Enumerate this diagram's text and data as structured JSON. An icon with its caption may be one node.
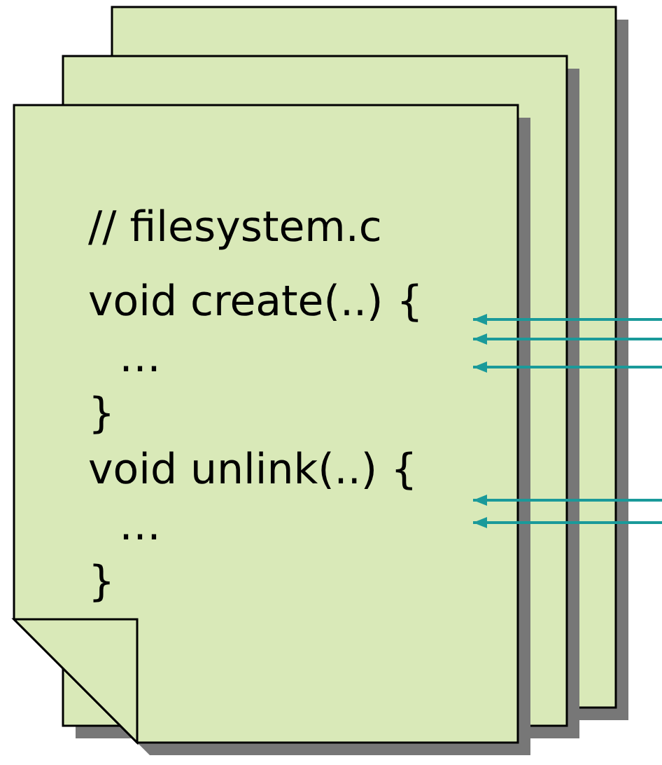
{
  "diagram": {
    "nodes": [
      {
        "text": [],
        "shape": "box"
      },
      {
        "text": [],
        "shape": "box"
      },
      {
        "text": [
          "// filesystem.c"
        ]
      },
      {
        "text": [
          "void create(..) {",
          "…",
          "}"
        ],
        "in": 2
      },
      {
        "text": [
          "void unlink(..) {",
          "…",
          "}"
        ],
        "in": 2
      }
    ],
    "edges": [
      {
        "from": null,
        "to": 3,
        "arrow": "to"
      },
      {
        "from": null,
        "to": 3,
        "arrow": "to"
      },
      {
        "from": null,
        "to": 3,
        "arrow": "to"
      },
      {
        "from": null,
        "to": 4,
        "arrow": "to"
      },
      {
        "from": null,
        "to": 4,
        "arrow": "to"
      }
    ]
  }
}
